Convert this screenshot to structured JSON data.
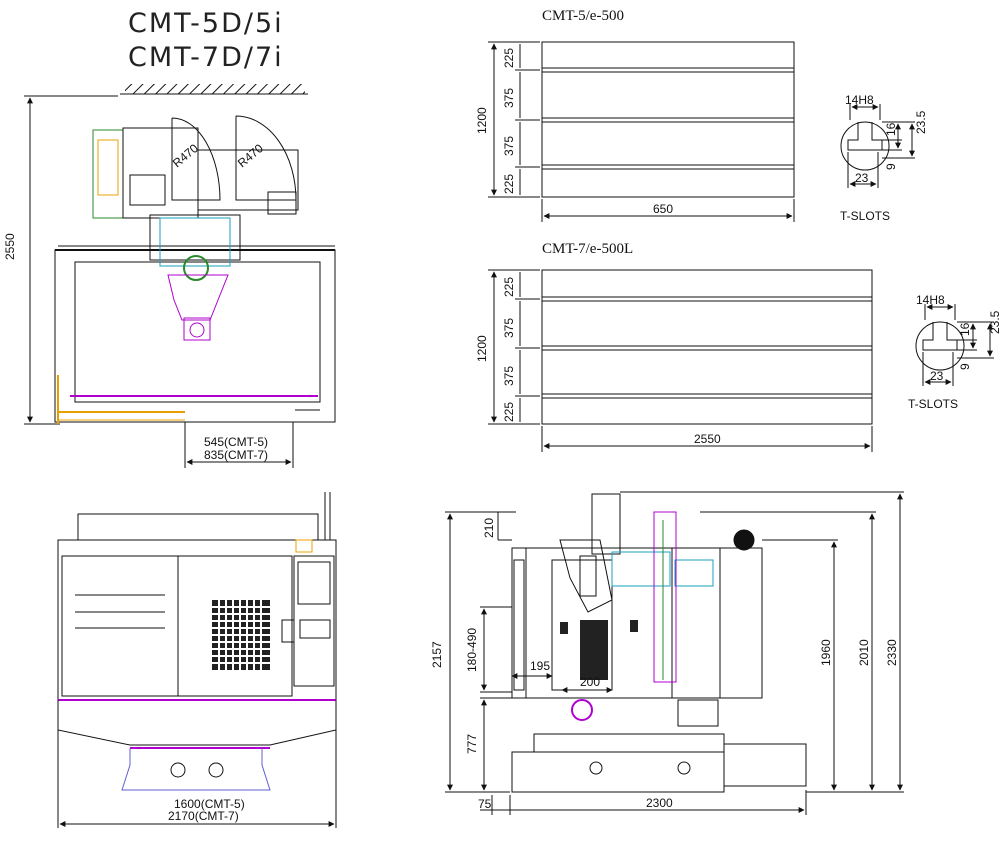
{
  "model_titles": [
    "CMT-5D/5i",
    "CMT-7D/7i"
  ],
  "table_5_title": "CMT-5/e-500",
  "table_7_title": "CMT-7/e-500L",
  "table_5": {
    "width_label": "1200",
    "segments": [
      "225",
      "375",
      "375",
      "225"
    ],
    "length_label": "650"
  },
  "table_7": {
    "width_label": "1200",
    "segments": [
      "225",
      "375",
      "375",
      "225"
    ],
    "length_label": "2550"
  },
  "tslot": {
    "width_label": "14H8",
    "depth_label": "23.5",
    "neck_label": "16",
    "bottom_label": "9",
    "head_label": "23",
    "caption": "T-SLOTS"
  },
  "top_view": {
    "height_label": "2550",
    "radius_label_1": "R470",
    "radius_label_2": "R470",
    "offset_label_5": "545(CMT-5)",
    "offset_label_7": "835(CMT-7)"
  },
  "front_view": {
    "width_label_5": "1600(CMT-5)",
    "width_label_7": "2170(CMT-7)"
  },
  "side_view": {
    "label_210": "210",
    "label_2157": "2157",
    "label_180_490": "180-490",
    "label_195": "195",
    "label_200": "200",
    "label_777": "777",
    "label_75": "75",
    "label_2300": "2300",
    "label_1960": "1960",
    "label_2010": "2010",
    "label_2330": "2330"
  },
  "colors": {
    "line": "#111111",
    "magenta": "#b000d0",
    "orange": "#e8a000",
    "green": "#2a8a2a",
    "cyan": "#1aa0c0",
    "violet": "#6060d0"
  }
}
